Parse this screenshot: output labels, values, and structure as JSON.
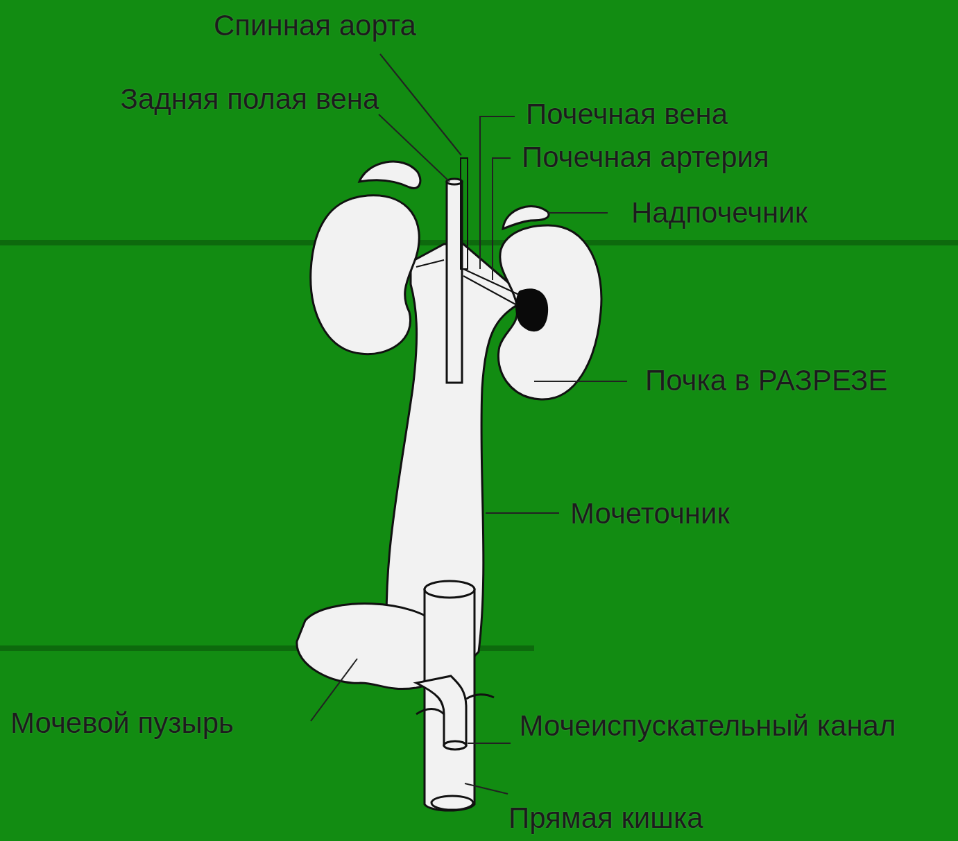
{
  "diagram": {
    "labels": [
      "Спинная аорта",
      "Задняя полая вена",
      "Почечная вена",
      "Почечная артерия",
      "Надпочечник",
      "Почка в РАЗРЕЗЕ",
      "Мочеточник",
      "Мочевой пузырь",
      "Мочеиспускательный канал",
      "Прямая кишка"
    ]
  }
}
